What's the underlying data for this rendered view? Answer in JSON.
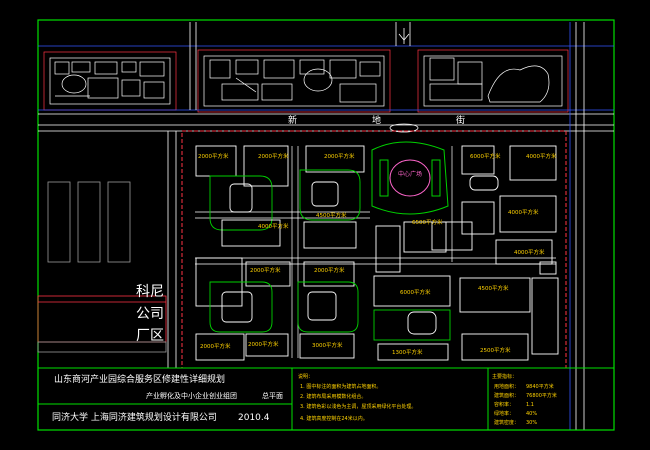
{
  "colors": {
    "background": "#000000",
    "frame": "#00e000",
    "road": "#ffffff",
    "road_blue": "#3355ff",
    "site_boundary": "#ff3344",
    "building": "#ffffff",
    "block_green": "#00d000",
    "title_white": "#ffffff",
    "note_yellow": "#ffd200",
    "plaza_pink": "#ff66cc",
    "gray_block": "#9a9a9a"
  },
  "street_label": [
    "新",
    "地",
    "街"
  ],
  "company_label": [
    "科尼",
    "公司",
    "厂区"
  ],
  "plaza_label": "中心广场",
  "area_labels": [
    "2000平方米",
    "2000平方米",
    "4000平方米",
    "2000平方米",
    "4500平方米",
    "6000平方米",
    "4000平方米",
    "6500平方米",
    "4000平方米",
    "4000平方米",
    "2000平方米",
    "2000平方米",
    "6000平方米",
    "4500平方米",
    "2000平方米",
    "2000平方米",
    "3000平方米",
    "1300平方米",
    "2500平方米"
  ],
  "title_block": {
    "main_title": "山东商河产业园综合服务区修建性详细规划",
    "subtitle": "产业孵化及中小企业创业组团",
    "drawing_name": "总平面",
    "designer": "同济大学  上海同济建筑规划设计有限公司",
    "date": "2010.4"
  },
  "notes_header": "说明：",
  "notes": [
    "1. 图中标注的面积为建筑占地面积。",
    "2. 建筑布局采用模数化组合。",
    "3. 建筑色彩以浅色为主调，屋顶采用绿化平台处理。",
    "4. 建筑高度控制在24米以内。"
  ],
  "indicators_header": "主要指标：",
  "indicators": [
    {
      "label": "用地面积：",
      "value": "9840平方米"
    },
    {
      "label": "建筑面积：",
      "value": "76800平方米"
    },
    {
      "label": "容积率：",
      "value": "1.1"
    },
    {
      "label": "绿地率：",
      "value": "40%"
    },
    {
      "label": "建筑密度：",
      "value": "30%"
    }
  ]
}
